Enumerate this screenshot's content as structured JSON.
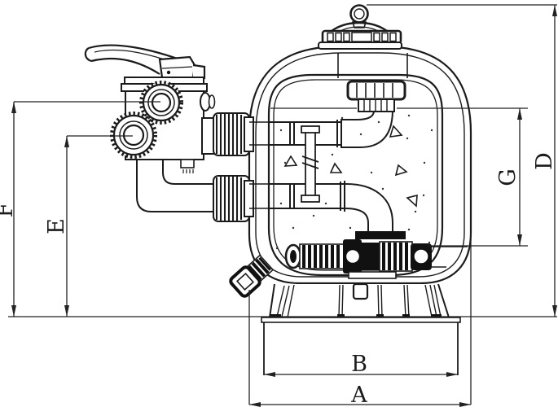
{
  "diagram": {
    "labels": {
      "a": "A",
      "b": "B",
      "d": "D",
      "e": "E",
      "f": "F",
      "g": "G"
    },
    "colors": {
      "line": "#1b1b1b",
      "dark_fill": "#111111",
      "background": "#ffffff"
    }
  }
}
